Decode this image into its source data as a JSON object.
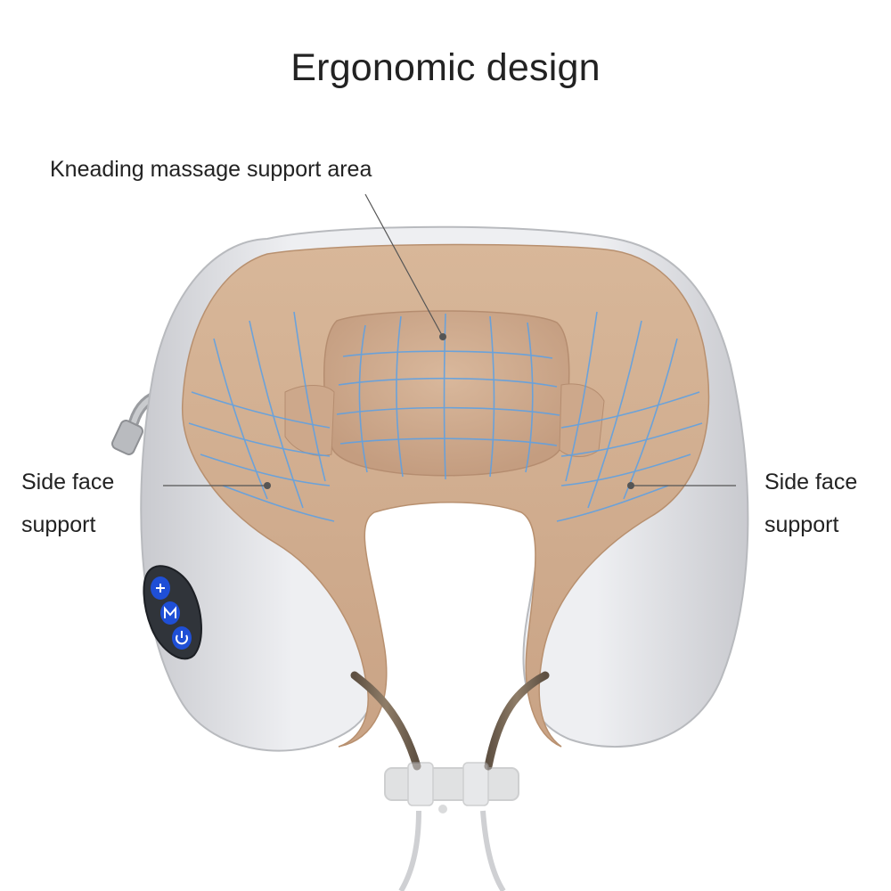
{
  "title": "Ergonomic design",
  "callouts": {
    "kneading": "Kneading massage support area",
    "side_left": {
      "line1": "Side face",
      "line2": "support"
    },
    "side_right": {
      "line1": "Side face",
      "line2": "support"
    }
  },
  "product": {
    "icons": [
      "plus-icon",
      "mode-icon",
      "power-icon"
    ],
    "colors": {
      "shell": "#dcdde2",
      "cushion": "#d2ad8f",
      "massage_lines": "#5aa0e6",
      "buttons": "#1f4fd6",
      "cord": "#7a6a58"
    }
  }
}
